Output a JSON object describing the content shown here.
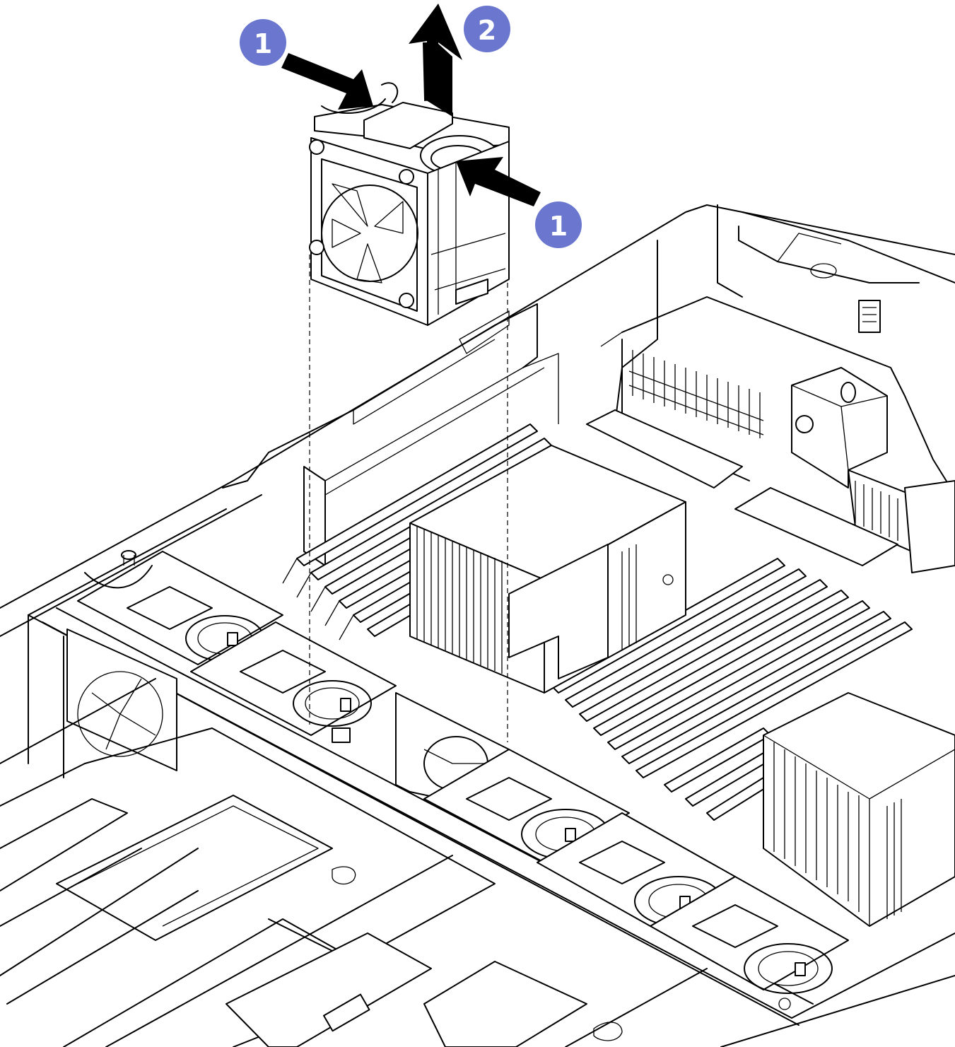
{
  "callouts": [
    {
      "label": "1",
      "color": "#6b77cf"
    },
    {
      "label": "2",
      "color": "#6b77cf"
    },
    {
      "label": "1",
      "color": "#6b77cf"
    }
  ],
  "arrow_color": "#000000",
  "line_color": "#000000",
  "background": "#ffffff",
  "icons": [
    "push-arrow-icon",
    "lift-arrow-icon",
    "fan-icon"
  ]
}
